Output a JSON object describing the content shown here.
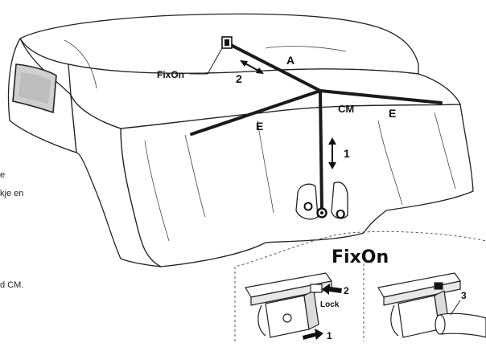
{
  "labels": {
    "fixon_pointer": "FixOn",
    "strap_a": "A",
    "arrow_2": "2",
    "center_mark": "CM",
    "strap_e_left": "E",
    "strap_e_right": "E",
    "arrow_1": "1",
    "anchor_o": "O"
  },
  "inset": {
    "title": "FixOn",
    "left_panel": {
      "lock_label": "Lock",
      "step_lock": "2",
      "step_push": "1"
    },
    "right_panel": {
      "step_insert": "3"
    }
  },
  "cutoff_text": {
    "line1": "e",
    "line2": "kje en",
    "line3": "d CM."
  }
}
